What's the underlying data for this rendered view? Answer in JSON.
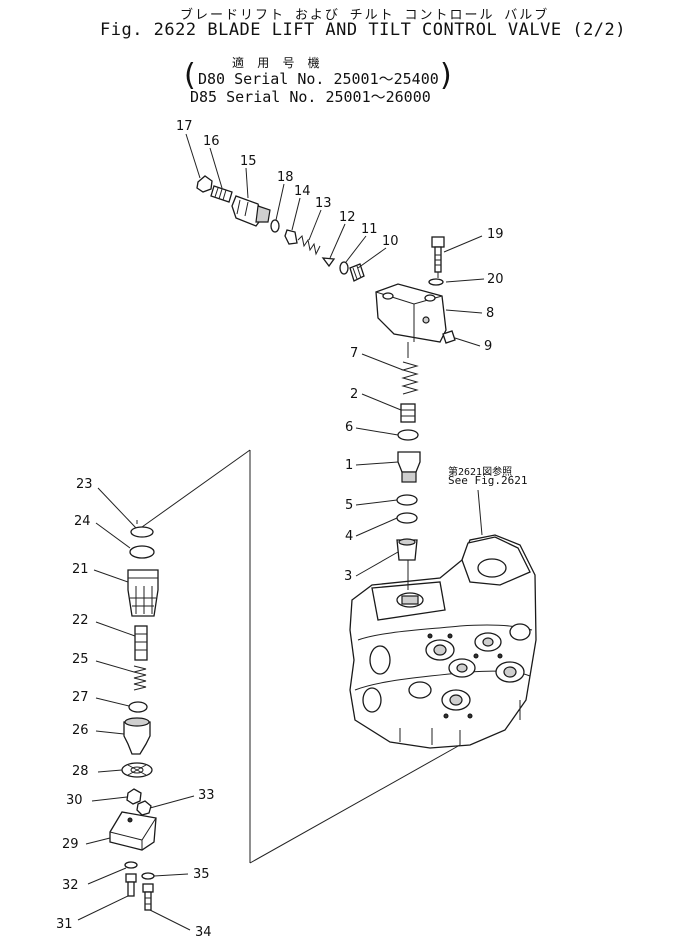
{
  "header": {
    "title_jp": "ブレードリフト および チルト コントロール バルブ",
    "fig_title": "Fig. 2622 BLADE LIFT AND TILT CONTROL VALVE (2/2)",
    "model_jp": "適 用 号 機",
    "serial_d80": "D80  Serial  No.  25001～25400",
    "serial_d85": "D85  Serial  No.  25001～26000"
  },
  "reference_note": {
    "jp": "第2621図参照",
    "en": "See  Fig.2621"
  },
  "callouts": {
    "p1": "1",
    "p2": "2",
    "p3": "3",
    "p4": "4",
    "p5": "5",
    "p6": "6",
    "p7": "7",
    "p8": "8",
    "p9": "9",
    "p10": "10",
    "p11": "11",
    "p12": "12",
    "p13": "13",
    "p14": "14",
    "p15": "15",
    "p16": "16",
    "p17": "17",
    "p18": "18",
    "p19": "19",
    "p20": "20",
    "p21": "21",
    "p22": "22",
    "p23": "23",
    "p24": "24",
    "p25": "25",
    "p26": "26",
    "p27": "27",
    "p28": "28",
    "p29": "29",
    "p30": "30",
    "p31": "31",
    "p32": "32",
    "p33": "33",
    "p34": "34",
    "p35": "35"
  }
}
